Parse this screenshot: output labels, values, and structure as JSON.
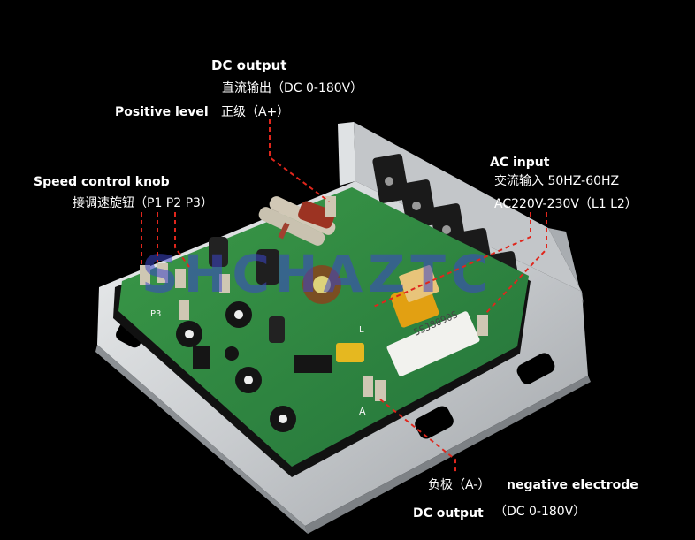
{
  "labels": {
    "dc_output_top_title": "DC output",
    "dc_output_top_cn": "直流输出（DC 0-180V）",
    "positive_en": "Positive level",
    "positive_cn": "正级（A+）",
    "speed_en": "Speed control knob",
    "speed_cn": "接调速旋钮（P1 P2 P3）",
    "ac_input_title": "AC input",
    "ac_input_freq": "交流输入 50HZ-60HZ",
    "ac_input_volt": "AC220V-230V（L1 L2）",
    "negative_cn": "负极（A-）",
    "negative_en": "negative electrode",
    "dc_output_bottom_title": "DC output",
    "dc_output_bottom_range": "（DC 0-180V）"
  },
  "board_marks": {
    "resistor_text": "5SJ8090S",
    "pin_p3": "P3",
    "pin_a": "A",
    "pin_l": "L"
  },
  "watermark": "SHCHAZTC",
  "colors": {
    "background": "#000000",
    "pcb": "#2f8a3c",
    "heatsink": "#d4d6d8",
    "leader_line": "#e0261c",
    "watermark": "#3c46c8"
  }
}
